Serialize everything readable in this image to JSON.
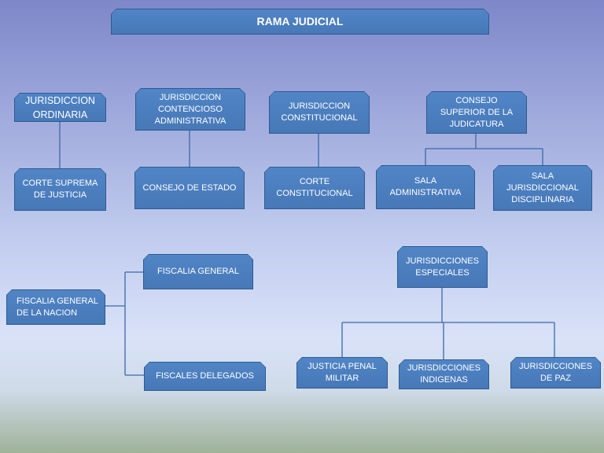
{
  "title": "RAMA JUDICIAL",
  "nodes": {
    "ordinaria": "JURISDICCION\nORDINARIA",
    "contencioso": "JURISDICCION\nCONTENCIOSO\nADMINISTRATIVA",
    "constitucional": "JURISDICCION\nCONSTITUCIONAL",
    "consejo_superior": "CONSEJO\nSUPERIOR DE LA\nJUDICATURA",
    "corte_suprema": "CORTE SUPREMA\nDE JUSTICIA",
    "consejo_estado": "CONSEJO DE ESTADO",
    "corte_constitucional": "CORTE\nCONSTITUCIONAL",
    "sala_administrativa": "SALA\nADMINISTRATIVA",
    "sala_disciplinaria": "SALA\nJURISDICCIONAL\nDISCIPLINARIA",
    "fiscalia_general": "FISCALIA GENERAL",
    "fiscalia_nacion": "FISCALIA GENERAL\nDE LA NACION",
    "fiscales_delegados": "FISCALES  DELEGADOS",
    "especiales": "JURISDICCIONES\nESPECIALES",
    "penal_militar": "JUSTICIA PENAL\nMILITAR",
    "indigenas": "JURISDICCIONES\nINDIGENAS",
    "paz": "JURISDICCIONES\nDE PAZ"
  }
}
